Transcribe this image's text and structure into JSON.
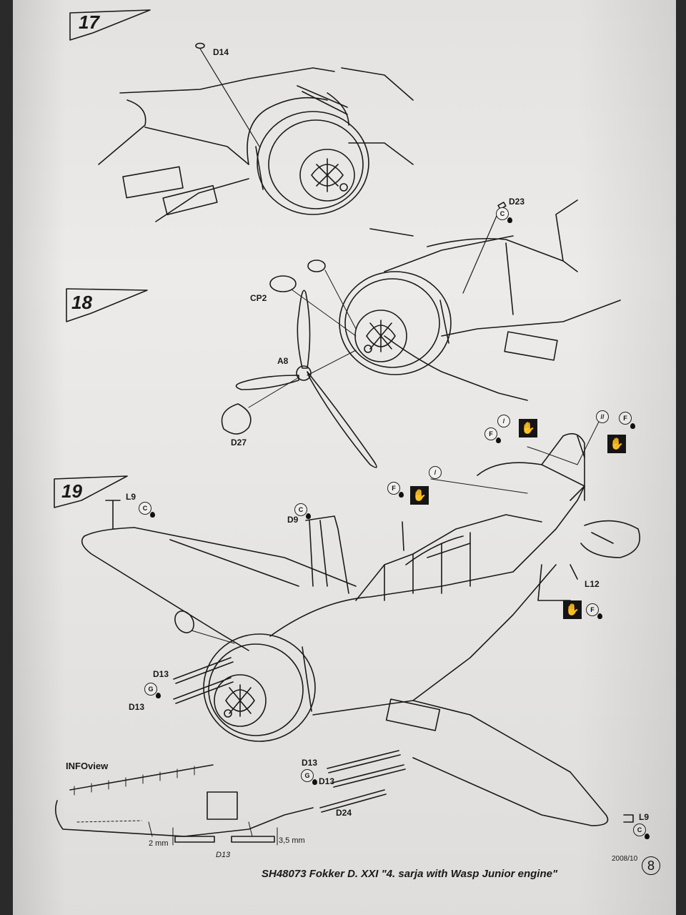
{
  "steps": {
    "s17": "17",
    "s18": "18",
    "s19": "19"
  },
  "parts": {
    "D14": "D14",
    "D23": "D23",
    "CP2": "CP2",
    "A8": "A8",
    "D27": "D27",
    "L9": "L9",
    "D9": "D9",
    "L12": "L12",
    "D13": "D13",
    "D24": "D24"
  },
  "symbols": {
    "cement": "C",
    "fit": "F",
    "glue": "G"
  },
  "infoview": {
    "title": "INFOview",
    "dim_left": "2 mm",
    "dim_right": "3,5 mm",
    "part": "D13"
  },
  "footer": {
    "date": "2008/10",
    "title": "SH48073  Fokker D. XXI \"4. sarja with Wasp Junior engine\"",
    "page": "8"
  },
  "icons": [
    "hand-icon",
    "drop-icon",
    "cement-symbol-icon",
    "cut-symbol-icon"
  ]
}
